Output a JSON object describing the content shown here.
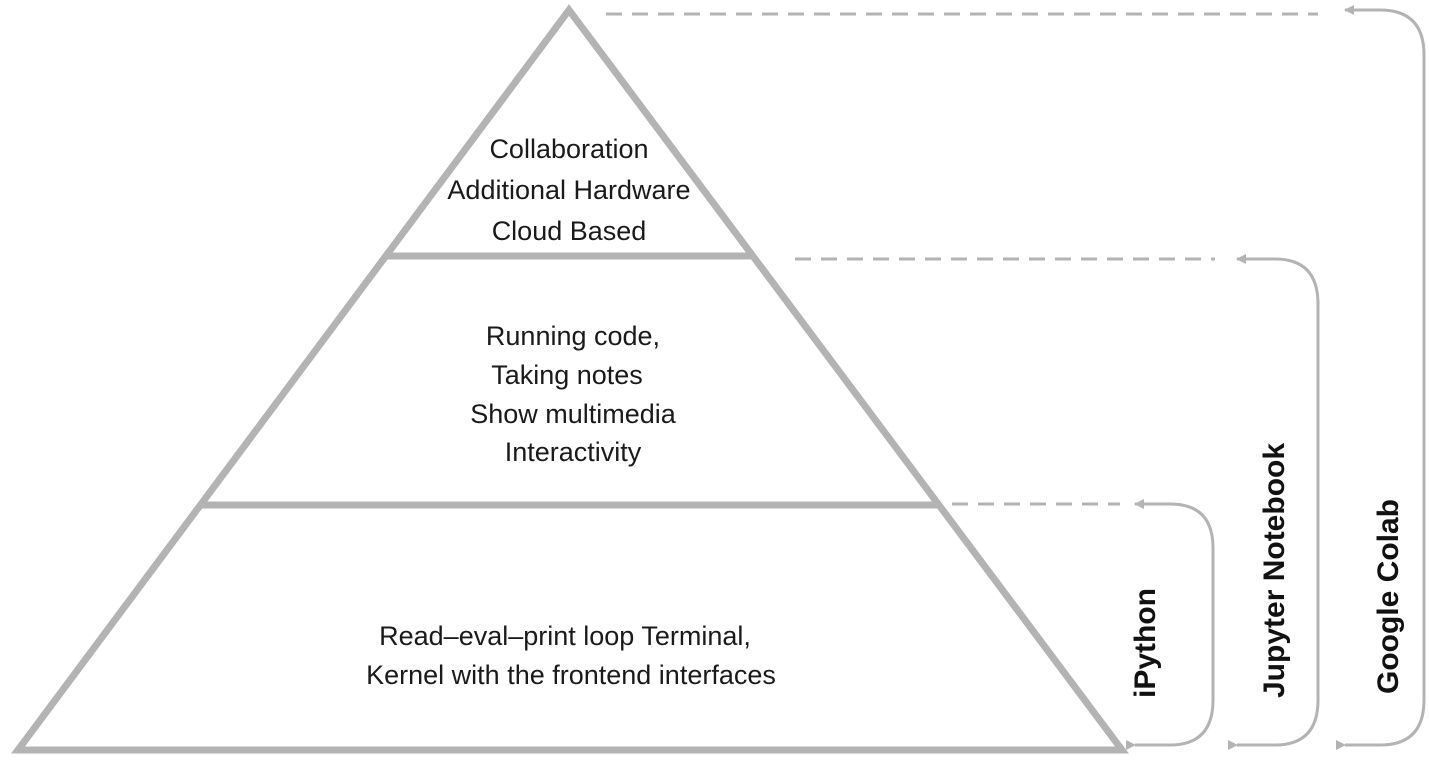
{
  "diagram": {
    "tiers": [
      {
        "lines": [
          "Collaboration",
          "Additional Hardware",
          "Cloud Based"
        ]
      },
      {
        "lines": [
          "Running code,",
          "Taking notes",
          "Show multimedia",
          "Interactivity"
        ]
      },
      {
        "lines": [
          "Read–eval–print loop Terminal,",
          "Kernel with the frontend interfaces"
        ]
      }
    ],
    "labels": {
      "ipython": "iPython",
      "jupyter": "Jupyter Notebook",
      "colab": "Google Colab"
    },
    "colors": {
      "outline": "#b3b3b3",
      "arrow": "#b3b3b3",
      "text": "#1a1a1a"
    }
  }
}
